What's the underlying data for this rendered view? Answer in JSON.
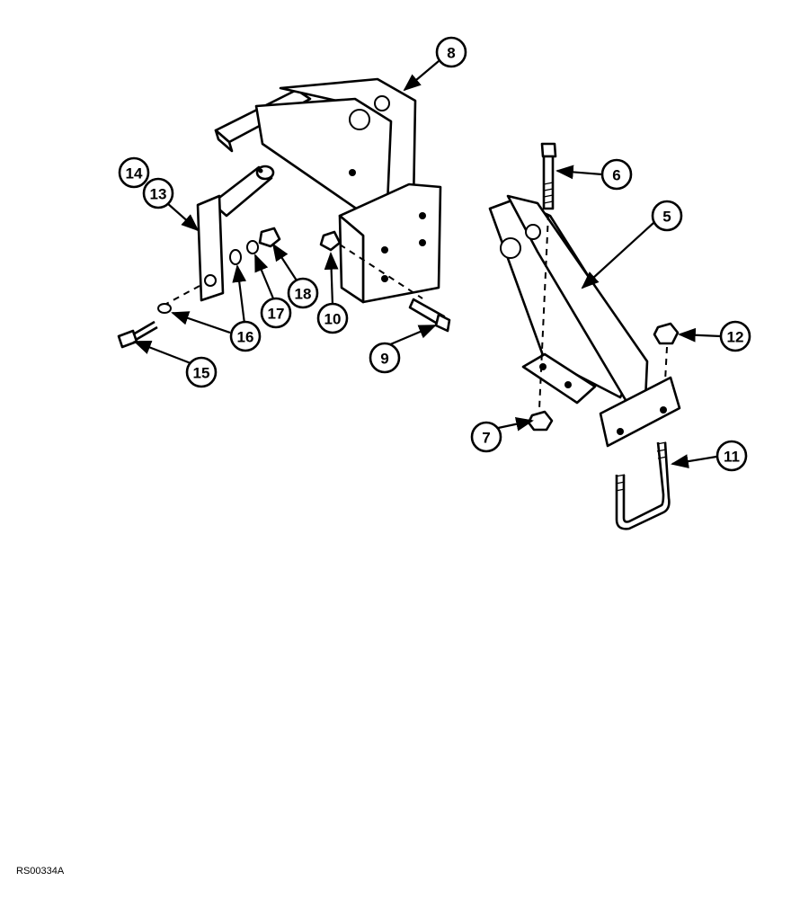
{
  "figure_code": "RS00334A",
  "callouts": {
    "c5": "5",
    "c6": "6",
    "c7": "7",
    "c8": "8",
    "c9": "9",
    "c10": "10",
    "c11": "11",
    "c12": "12",
    "c13": "13",
    "c14": "14",
    "c15": "15",
    "c16": "16",
    "c17": "17",
    "c18": "18"
  }
}
